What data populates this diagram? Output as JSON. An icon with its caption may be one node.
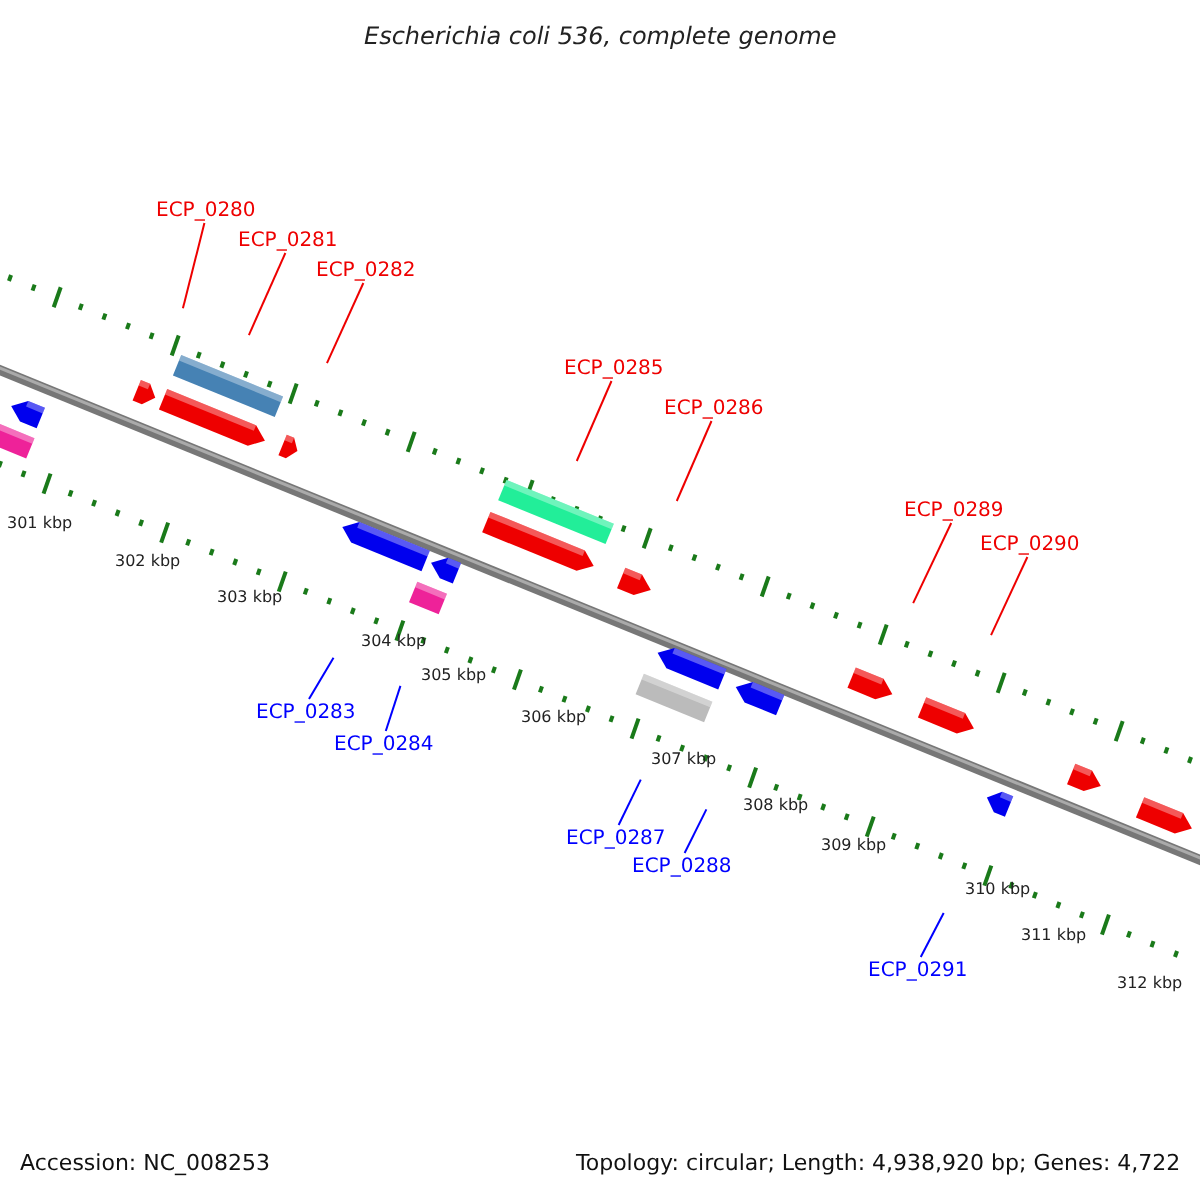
{
  "diagram": {
    "title": "Escherichia coli 536, complete genome",
    "nodes": [
      {
        "text": [
          "ECP_0280"
        ]
      },
      {
        "text": [
          "ECP_0281"
        ]
      },
      {
        "text": [
          "ECP_0282"
        ]
      },
      {
        "text": [
          "ECP_0285"
        ]
      },
      {
        "text": [
          "ECP_0286"
        ]
      },
      {
        "text": [
          "ECP_0289"
        ]
      },
      {
        "text": [
          "ECP_0290"
        ]
      },
      {
        "text": [
          "ECP_0283"
        ]
      },
      {
        "text": [
          "ECP_0284"
        ]
      },
      {
        "text": [
          "ECP_0287"
        ]
      },
      {
        "text": [
          "ECP_0288"
        ]
      },
      {
        "text": [
          "ECP_0291"
        ]
      }
    ],
    "edges": [
      {
        "from": 0,
        "to": null,
        "arrow": "none"
      },
      {
        "from": 1,
        "to": null,
        "arrow": "none"
      },
      {
        "from": 2,
        "to": null,
        "arrow": "none"
      },
      {
        "from": 3,
        "to": null,
        "arrow": "none"
      },
      {
        "from": 4,
        "to": null,
        "arrow": "none"
      },
      {
        "from": 5,
        "to": null,
        "arrow": "none"
      },
      {
        "from": 6,
        "to": null,
        "arrow": "none"
      },
      {
        "from": 7,
        "to": null,
        "arrow": "none",
        "color": "#0000ff"
      },
      {
        "from": 8,
        "to": null,
        "arrow": "none",
        "color": "#0000ff"
      },
      {
        "from": 9,
        "to": null,
        "arrow": "none",
        "color": "#0000ff"
      },
      {
        "from": 10,
        "to": null,
        "arrow": "none",
        "color": "#0000ff"
      },
      {
        "from": 11,
        "to": null,
        "arrow": "none",
        "color": "#0000ff"
      }
    ],
    "labels": [
      "301 kbp",
      "302 kbp",
      "303 kbp",
      "304 kbp",
      "305 kbp",
      "306 kbp",
      "307 kbp",
      "308 kbp",
      "309 kbp",
      "310 kbp",
      "311 kbp",
      "312 kbp",
      "Accession: NC_008253",
      "Topology: circular; Length: 4,938,920 bp; Genes: 4,722"
    ]
  }
}
